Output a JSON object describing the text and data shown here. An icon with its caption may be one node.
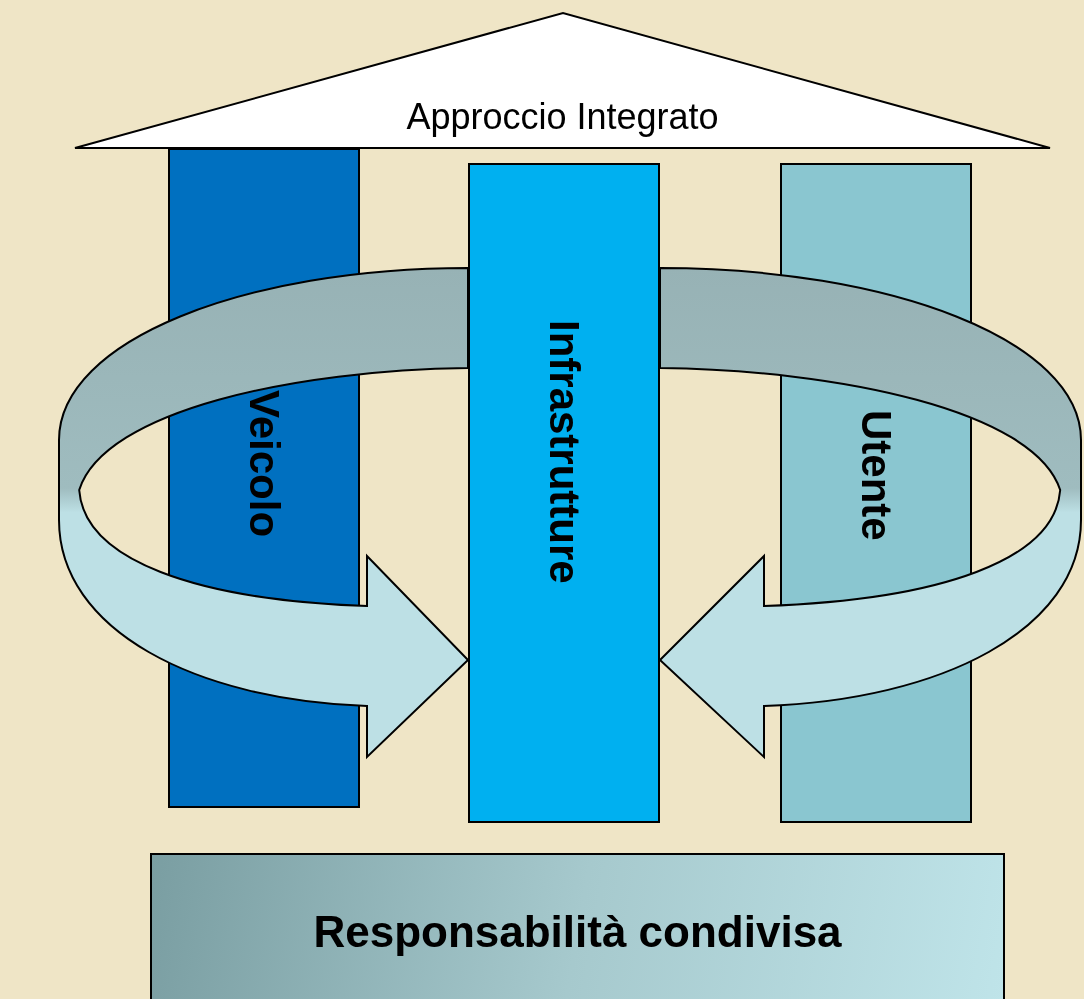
{
  "diagram": {
    "nodes": [
      {
        "text": [
          "Approccio Integrato"
        ]
      },
      {
        "text": [
          "Veicolo"
        ]
      },
      {
        "text": [
          "Infrastrutture"
        ]
      },
      {
        "text": [
          "Utente"
        ]
      },
      {
        "text": [
          "Responsabilità condivisa"
        ]
      }
    ],
    "edges": [
      {
        "from": 1,
        "to": 2,
        "arrow": "to"
      },
      {
        "from": 3,
        "to": 2,
        "arrow": "to"
      }
    ]
  }
}
